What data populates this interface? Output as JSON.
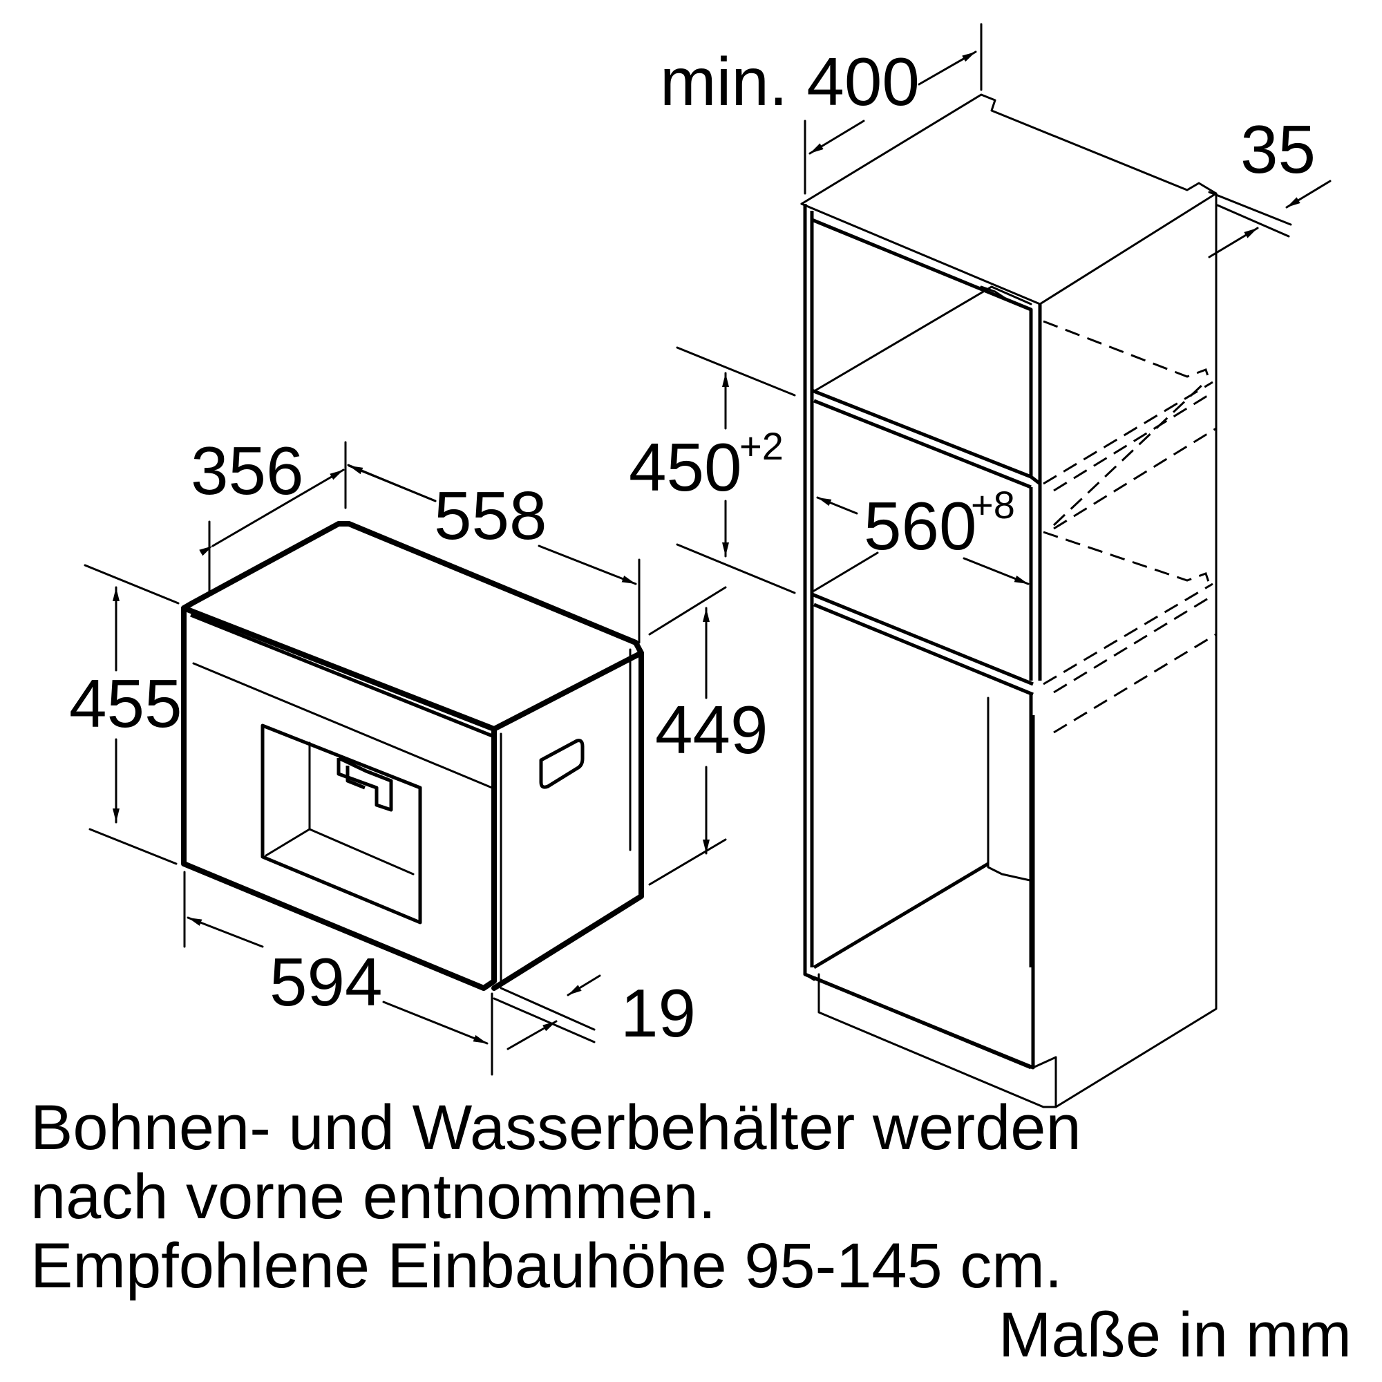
{
  "dimensions": {
    "machine_depth": "356",
    "machine_width_top": "558",
    "machine_height_left": "455",
    "machine_height_right": "449",
    "machine_width_front": "594",
    "front_offset": "19",
    "cabinet_min_depth": "min. 400",
    "cabinet_back_gap": "35",
    "niche_height": "450",
    "niche_height_tolerance": "+2",
    "niche_width": "560",
    "niche_width_tolerance": "+8"
  },
  "notes": {
    "line1": "Bohnen- und Wasserbehälter werden",
    "line2": "nach vorne entnommen.",
    "line3": "Empfohlene Einbauhöhe 95-145 cm."
  },
  "units_label": "Maße in mm"
}
